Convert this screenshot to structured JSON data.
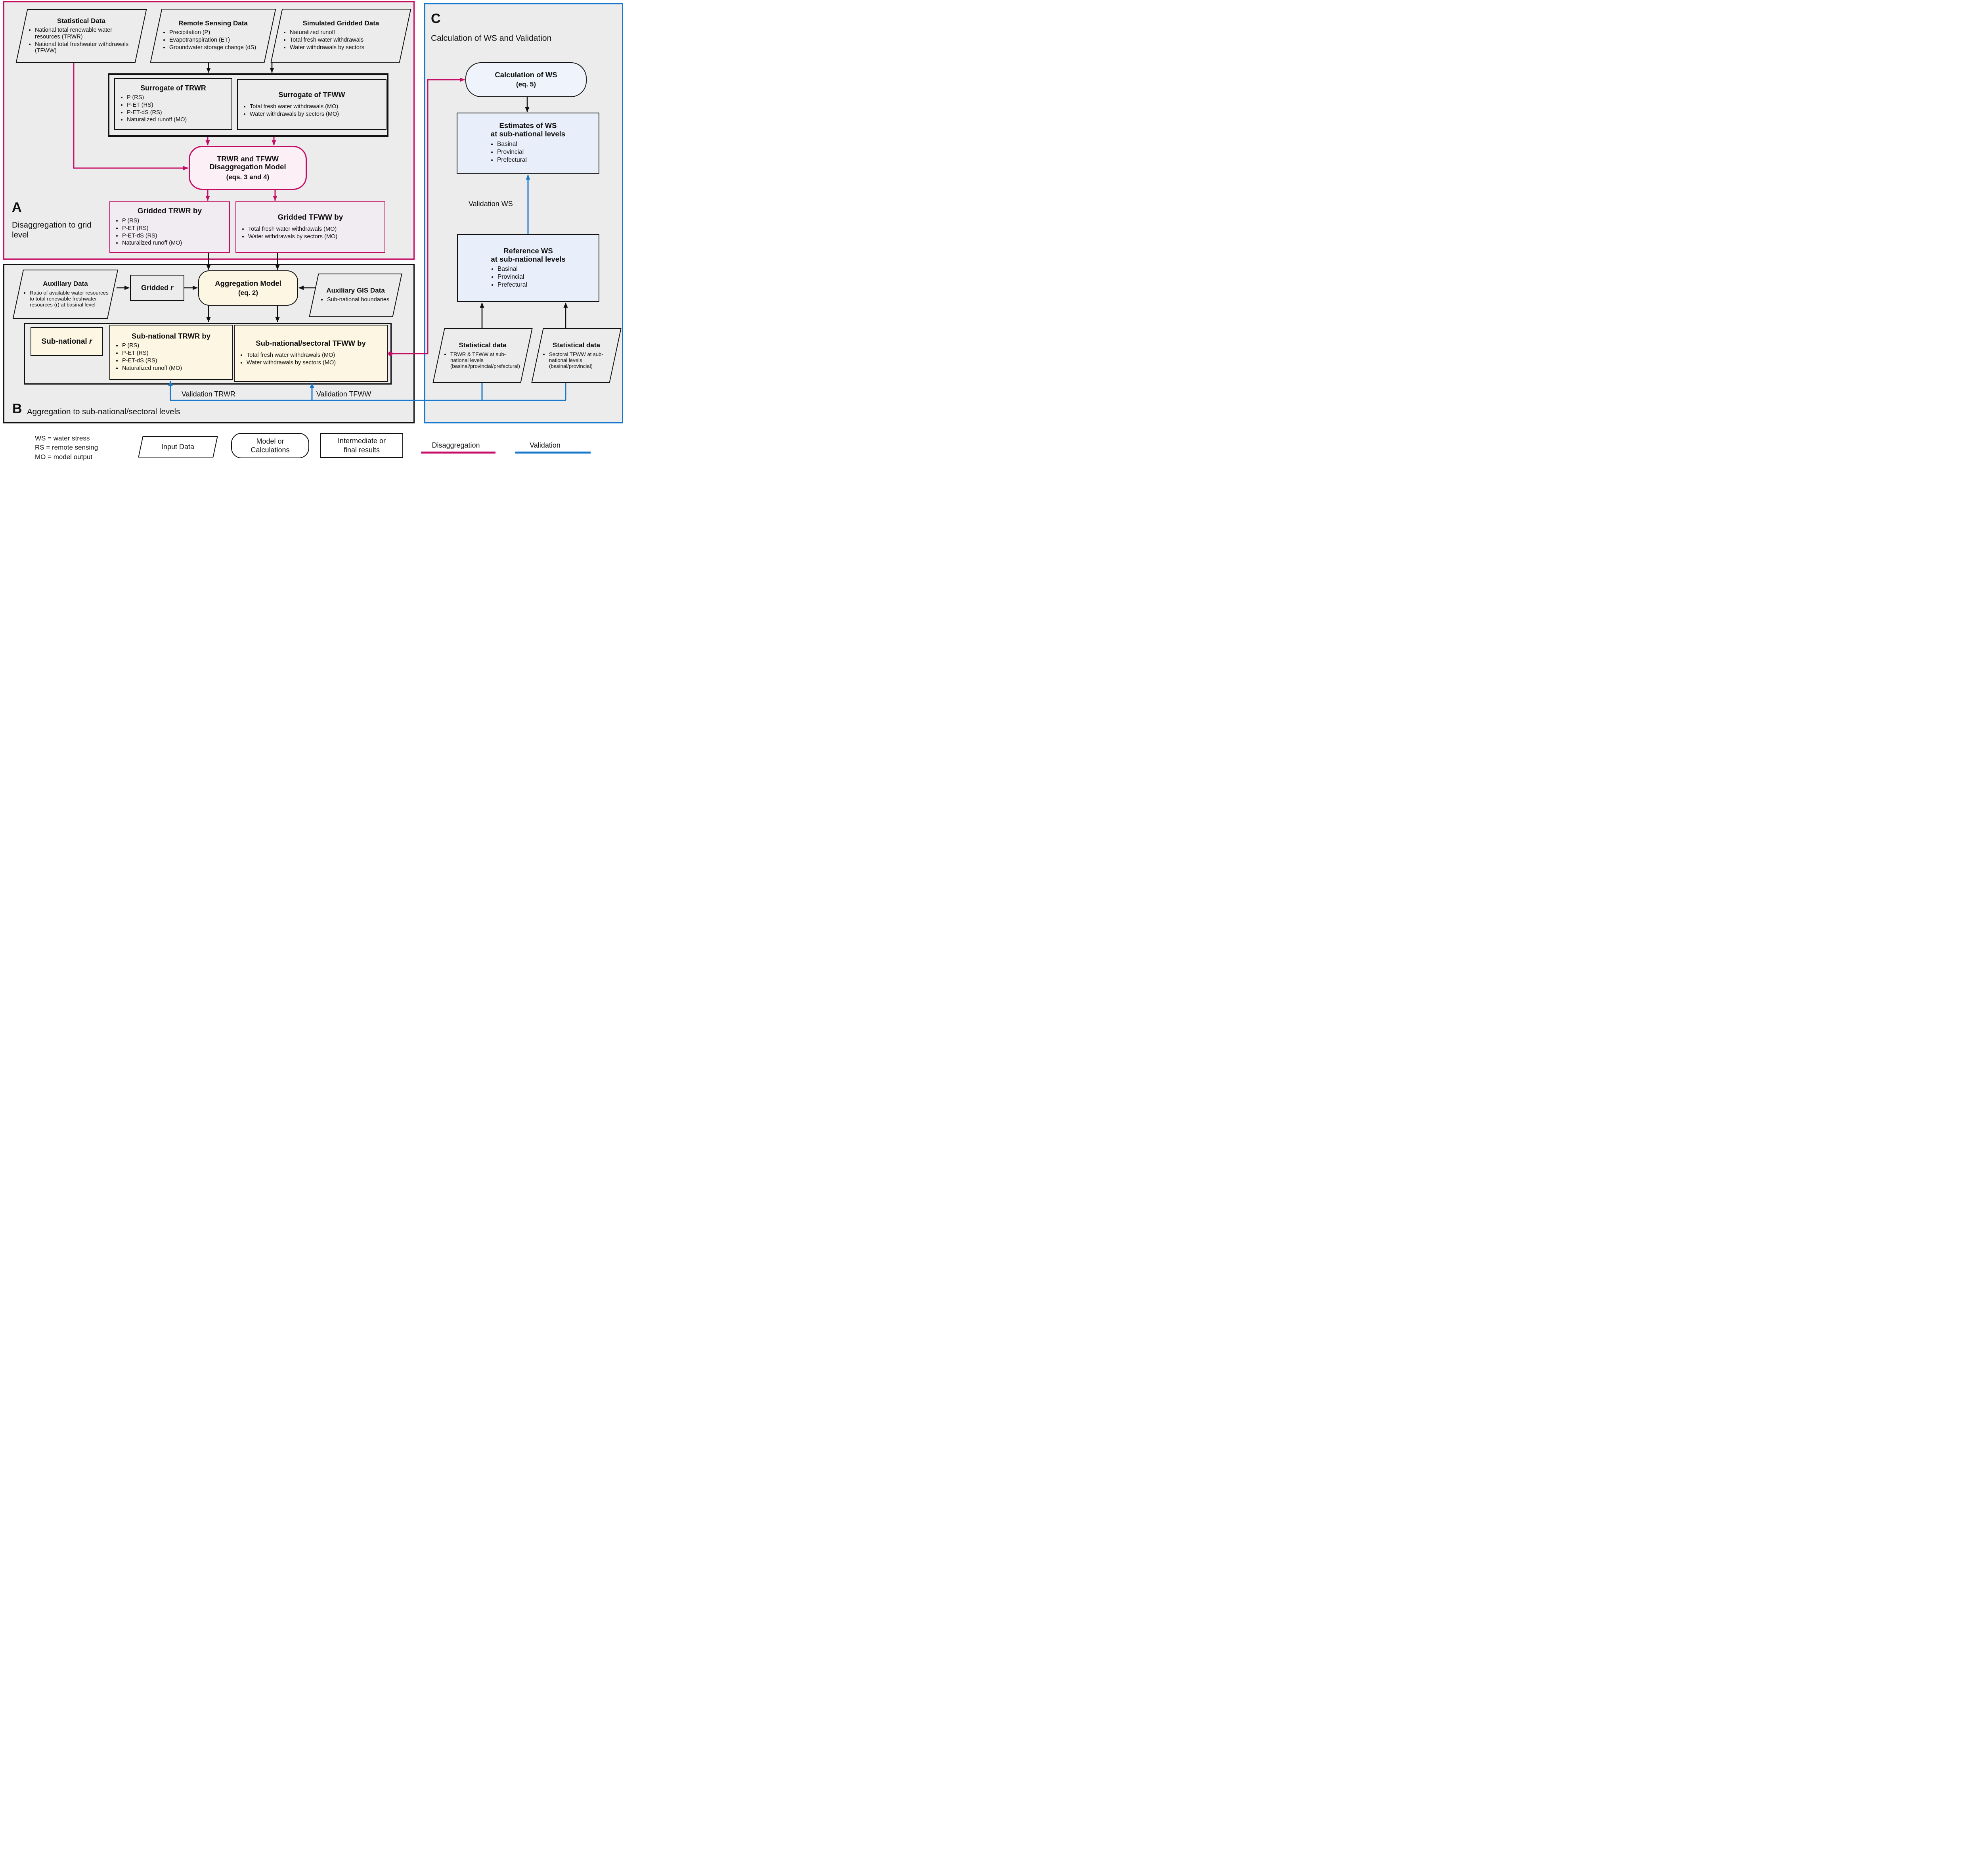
{
  "colors": {
    "disaggregation_accent": "#c60d66",
    "validation_accent": "#1878cb",
    "panel_fill": "#ececec",
    "cream_fill": "#fcf6e2",
    "pink_fill": "#fdeff6",
    "lavender_fill": "#f1ecf1",
    "light_blue_fill": "#e9effa"
  },
  "panels": {
    "a": {
      "label": "A",
      "caption": "Disaggregation to grid level"
    },
    "b": {
      "label": "B",
      "caption": "Aggregation to sub-national/sectoral levels"
    },
    "c": {
      "label": "C",
      "caption": "Calculation of WS and Validation"
    }
  },
  "nodes": {
    "statistical_data": {
      "title": "Statistical Data",
      "bullets": [
        "National total renewable water resources (TRWR)",
        "National total freshwater withdrawals (TFWW)"
      ]
    },
    "remote_sensing_data": {
      "title": "Remote Sensing Data",
      "bullets": [
        "Precipitation (P)",
        "Evapotranspiration (ET)",
        "Groundwater storage change (dS)"
      ]
    },
    "simulated_gridded_data": {
      "title": "Simulated Gridded Data",
      "bullets": [
        "Naturalized runoff",
        "Total fresh water withdrawals",
        "Water withdrawals by sectors"
      ]
    },
    "surrogate_trwr": {
      "title": "Surrogate of TRWR",
      "bullets": [
        "P (RS)",
        "P-ET (RS)",
        "P-ET-dS (RS)",
        "Naturalized runoff (MO)"
      ]
    },
    "surrogate_tfww": {
      "title": "Surrogate of TFWW",
      "bullets": [
        "Total fresh water withdrawals (MO)",
        "Water withdrawals by sectors (MO)"
      ]
    },
    "disaggregation_model": {
      "title": "TRWR and TFWW Disaggregation Model",
      "subtitle": "(eqs. 3 and 4)"
    },
    "gridded_trwr": {
      "title": "Gridded TRWR by",
      "bullets": [
        "P (RS)",
        "P-ET (RS)",
        "P-ET-dS (RS)",
        "Naturalized runoff (MO)"
      ]
    },
    "gridded_tfww": {
      "title": "Gridded TFWW by",
      "bullets": [
        "Total fresh water withdrawals (MO)",
        "Water withdrawals by sectors (MO)"
      ]
    },
    "auxiliary_data": {
      "title": "Auxiliary Data",
      "bullets": [
        "Ratio of available water resources to total renewable freshwater resources (r) at basinal level"
      ]
    },
    "gridded_r": {
      "prefix": "Gridded",
      "var": "r"
    },
    "aggregation_model": {
      "title": "Aggregation Model",
      "subtitle": "(eq. 2)"
    },
    "auxiliary_gis_data": {
      "title": "Auxiliary GIS Data",
      "bullets": [
        "Sub-national boundaries"
      ]
    },
    "subnational_r": {
      "prefix": "Sub-national",
      "var": "r"
    },
    "subnational_trwr": {
      "title": "Sub-national TRWR by",
      "bullets": [
        "P (RS)",
        "P-ET (RS)",
        "P-ET-dS (RS)",
        "Naturalized runoff (MO)"
      ]
    },
    "subnational_tfww": {
      "title": "Sub-national/sectoral TFWW by",
      "bullets": [
        "Total fresh water withdrawals (MO)",
        "Water withdrawals by sectors (MO)"
      ]
    },
    "calculation_ws": {
      "title": "Calculation of WS",
      "subtitle": "(eq. 5)"
    },
    "estimates_ws": {
      "title": "Estimates of WS",
      "subtitle": "at sub-national levels",
      "bullets": [
        "Basinal",
        "Provincial",
        "Prefectural"
      ]
    },
    "reference_ws": {
      "title": "Reference WS",
      "subtitle": "at sub-national levels",
      "bullets": [
        "Basinal",
        "Provincial",
        "Prefectural"
      ]
    },
    "stat_data_subnational": {
      "title": "Statistical data",
      "bullets": [
        "TRWR & TFWW at sub-national levels (basinal/provincial/prefectural)"
      ]
    },
    "stat_data_sectoral": {
      "title": "Statistical data",
      "bullets": [
        "Sectoral TFWW at sub-national levels (basinal/provincial)"
      ]
    }
  },
  "edge_labels": {
    "validation_trwr": "Validation TRWR",
    "validation_tfww": "Validation TFWW",
    "validation_ws": "Validation WS"
  },
  "legend": {
    "abbreviations": [
      "WS = water stress",
      "RS = remote sensing",
      "MO = model output"
    ],
    "input_data": "Input Data",
    "model_or_calculations": "Model or\nCalculations",
    "intermediate_or_final": "Intermediate or\nfinal results",
    "disaggregation": "Disaggregation",
    "validation": "Validation"
  }
}
